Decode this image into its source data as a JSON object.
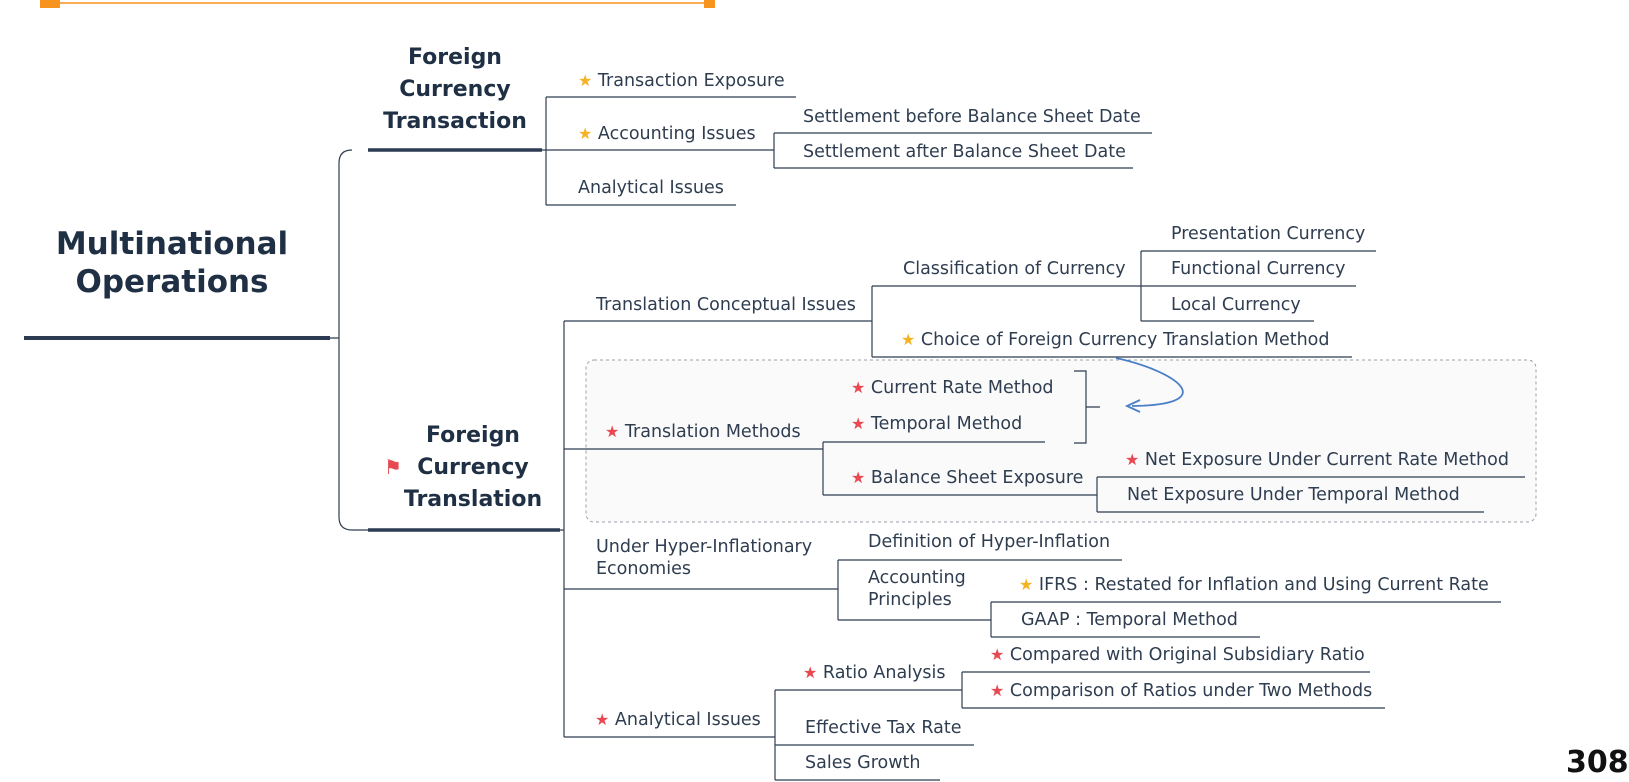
{
  "page_number": "308",
  "root": {
    "label_lines": [
      "Multinational",
      "Operations"
    ]
  },
  "branches": {
    "transaction": {
      "label_lines": [
        "Foreign",
        "Currency",
        "Transaction"
      ],
      "items": {
        "transaction_exposure": "Transaction Exposure",
        "accounting_issues": "Accounting Issues",
        "settlement_before": "Settlement before Balance Sheet Date",
        "settlement_after": "Settlement after Balance Sheet Date",
        "analytical_issues": "Analytical Issues"
      }
    },
    "translation": {
      "label_lines": [
        "Foreign",
        "Currency",
        "Translation"
      ],
      "items": {
        "conceptual_issues": "Translation Conceptual Issues",
        "classification_of_currency": "Classification of Currency",
        "presentation_currency": "Presentation Currency",
        "functional_currency": "Functional Currency",
        "local_currency": "Local Currency",
        "choice_of_method": "Choice of Foreign Currency Translation Method",
        "translation_methods": "Translation Methods",
        "current_rate_method": "Current Rate Method",
        "temporal_method": "Temporal Method",
        "balance_sheet_exposure": "Balance Sheet Exposure",
        "net_exposure_current_rate": "Net Exposure Under Current Rate Method",
        "net_exposure_temporal": "Net Exposure Under Temporal Method",
        "hyper_inflationary": "Under Hyper-Inflationary Economies",
        "definition_hyper_inflation": "Definition of Hyper-Inflation",
        "accounting_principles": "Accounting Principles",
        "ifrs_rule": "IFRS : Restated for Inflation and Using Current Rate",
        "gaap_rule": "GAAP : Temporal Method",
        "analytical_issues": "Analytical Issues",
        "ratio_analysis": "Ratio Analysis",
        "compared_with_original": "Compared with Original Subsidiary Ratio",
        "comparison_two_methods": "Comparison of Ratios under Two Methods",
        "effective_tax_rate": "Effective Tax Rate",
        "sales_growth": "Sales Growth"
      }
    }
  },
  "glyphs": {
    "star": "★",
    "flag": "⚑"
  },
  "colors": {
    "line": "#2f3d50",
    "thick_line": "#2c3a52",
    "gold_star": "#f5b324",
    "red_star": "#e84850",
    "arrow": "#4a7fc8",
    "header_accent": "#f7941d",
    "dashed_box": "#9aa0a8",
    "dashed_fill": "#fafafa"
  }
}
